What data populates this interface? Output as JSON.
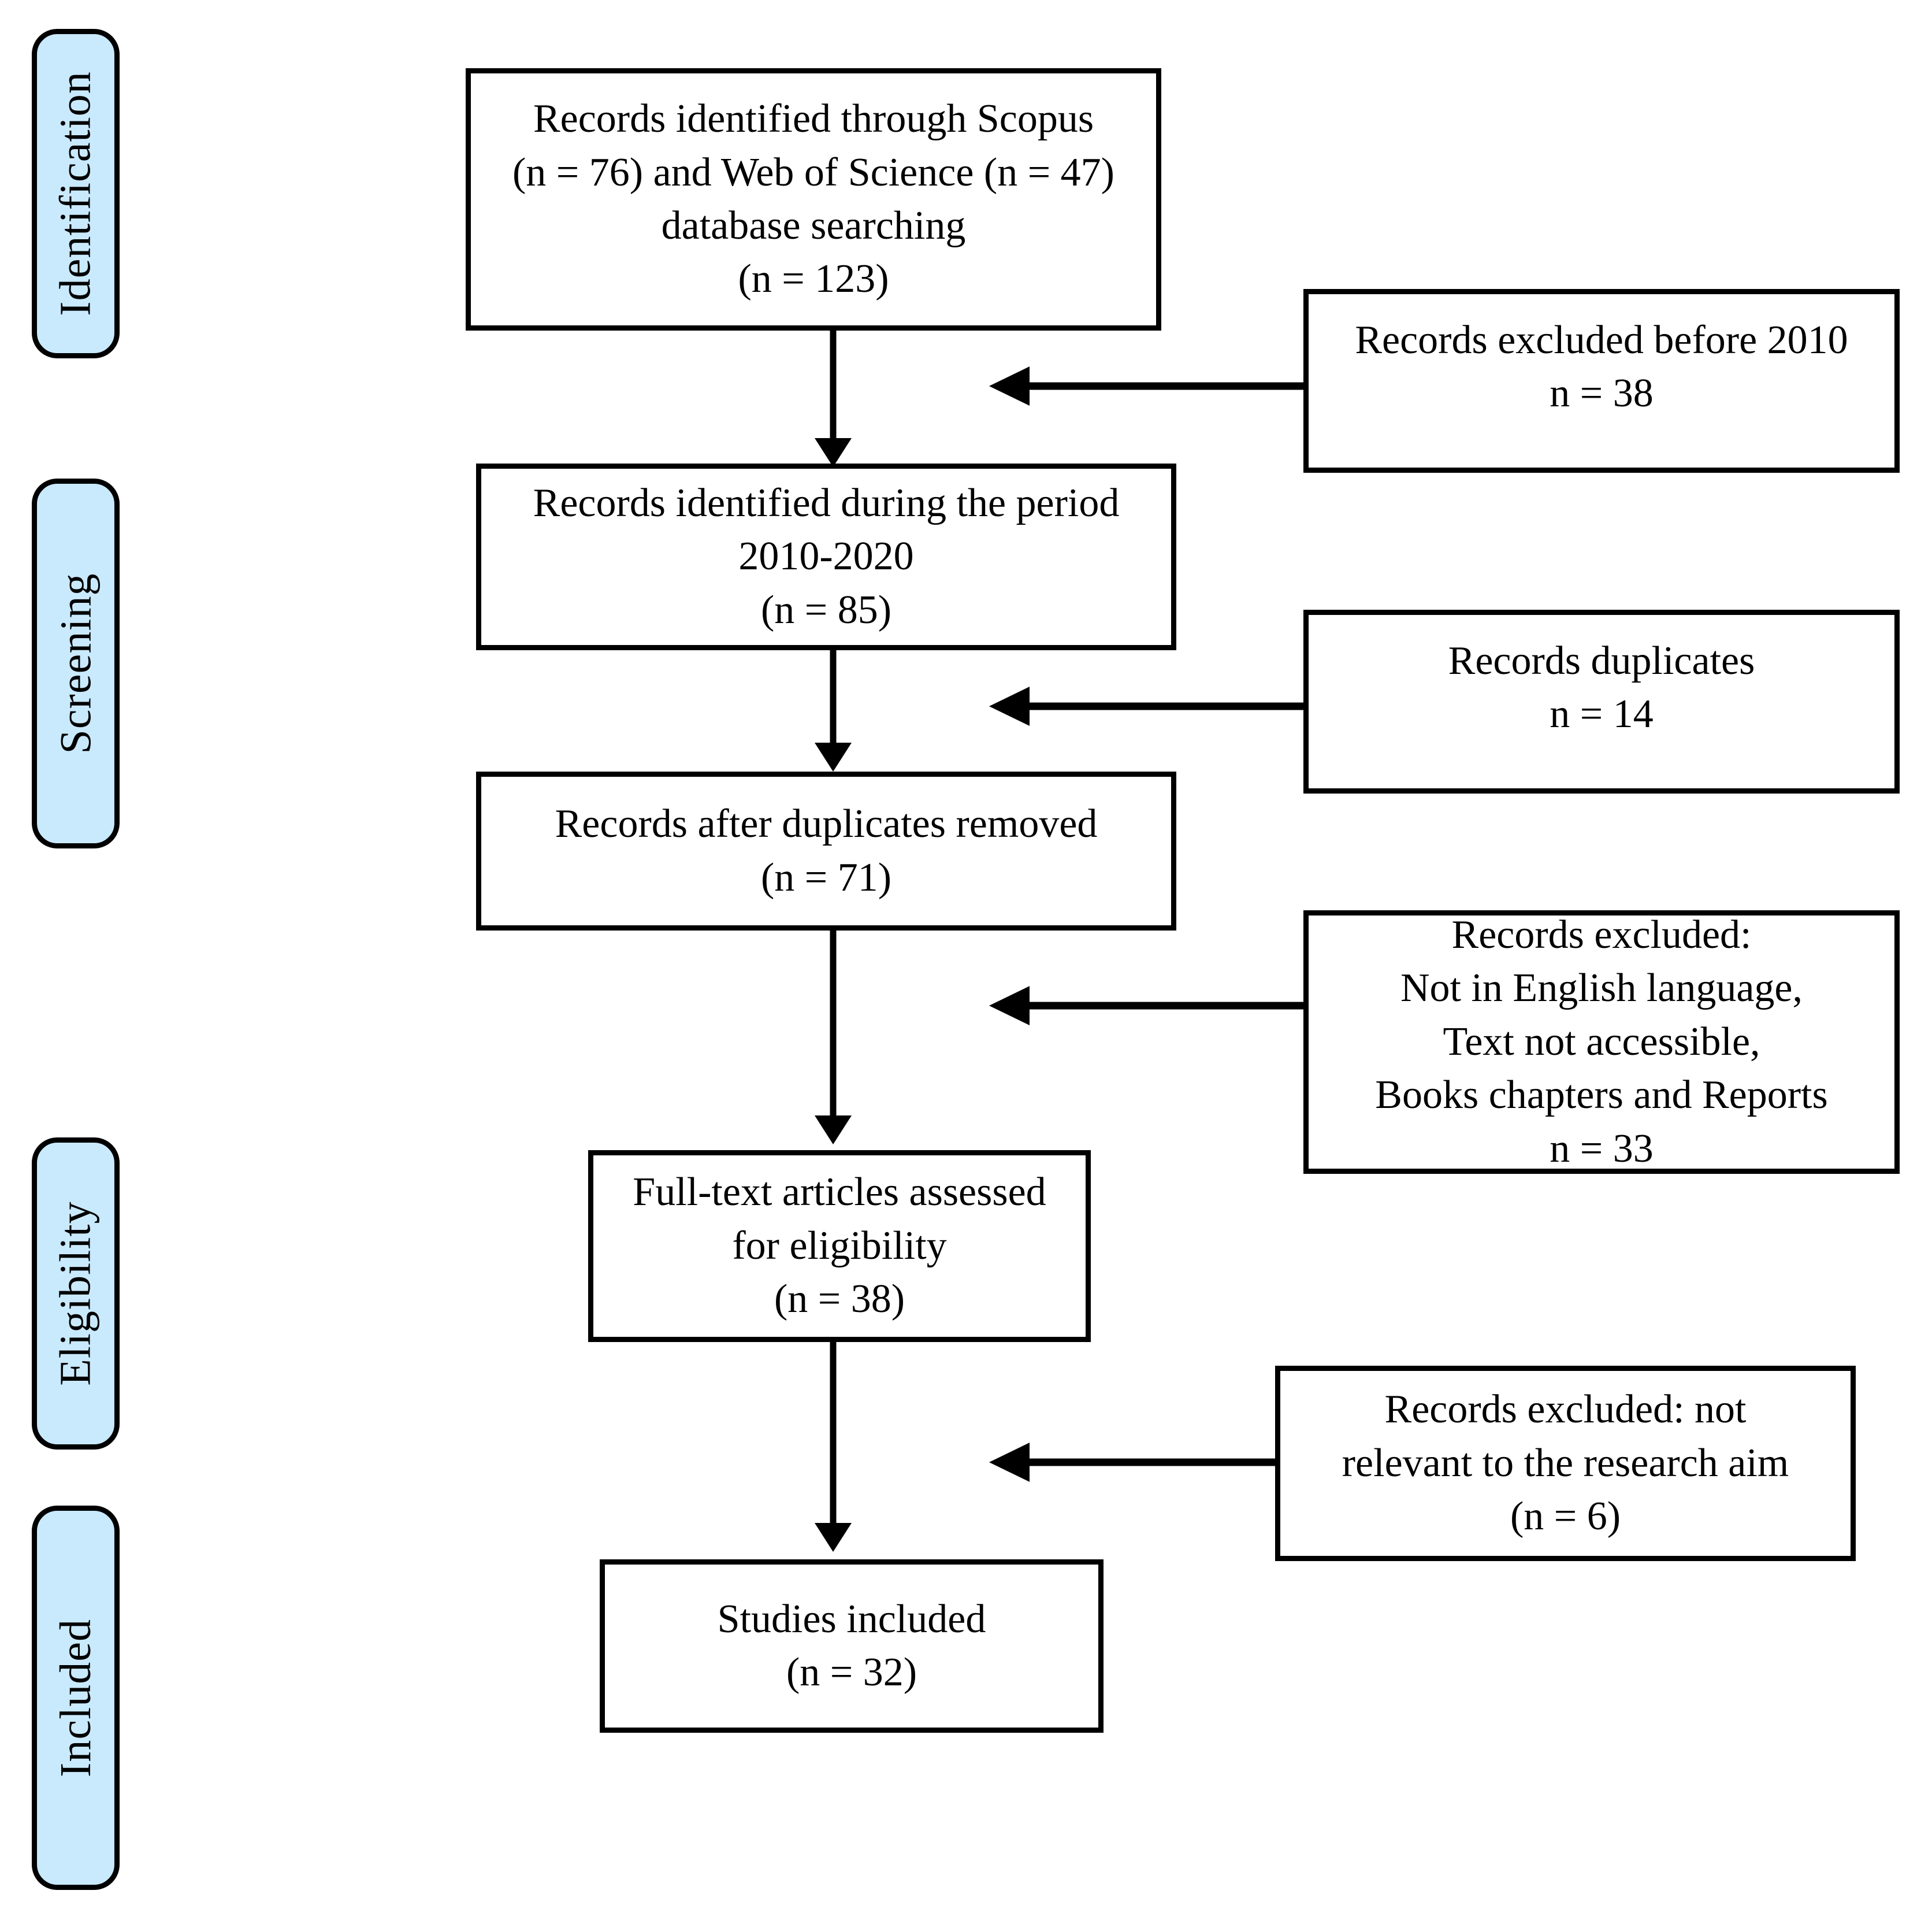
{
  "figure": {
    "type": "prisma-flow-diagram",
    "background_color": "#ffffff",
    "line_color": "#000000",
    "stage_fill_color": "#c9e9fd"
  },
  "stages": [
    {
      "id": "identification",
      "label": "Identification"
    },
    {
      "id": "screening",
      "label": "Screening"
    },
    {
      "id": "eligibility",
      "label": "Eligibility"
    },
    {
      "id": "included",
      "label": "Included"
    }
  ],
  "flow_boxes": {
    "identified_records": {
      "lines": [
        "Records identified through Scopus",
        "(n = 76) and Web of Science (n = 47)",
        "database searching",
        "(n = 123)"
      ]
    },
    "identified_period": {
      "lines": [
        "Records identified during the period",
        "2010-2020",
        "(n = 85)"
      ]
    },
    "after_duplicates": {
      "lines": [
        "Records after duplicates removed",
        "(n = 71)"
      ]
    },
    "full_text_assessed": {
      "lines": [
        "Full-text articles assessed",
        "for eligibility",
        "(n = 38)"
      ]
    },
    "studies_included": {
      "lines": [
        "Studies included",
        "(n = 32)"
      ]
    }
  },
  "exclusion_boxes": {
    "excluded_before_2010": {
      "lines": [
        "Records excluded before 2010",
        "n = 38"
      ]
    },
    "records_duplicates": {
      "lines": [
        "Records duplicates",
        "n = 14"
      ]
    },
    "excluded_criteria": {
      "lines": [
        "Records excluded:",
        "Not in English language,",
        "Text not accessible,",
        "Books chapters and Reports",
        "n = 33"
      ]
    },
    "excluded_not_relevant": {
      "lines": [
        "Records excluded: not",
        "relevant to the research aim",
        "(n = 6)"
      ]
    }
  },
  "chart_data": {
    "type": "diagram",
    "title": "PRISMA flow diagram",
    "nodes": [
      {
        "id": "identified_records",
        "stage": "Identification",
        "n": 123,
        "sub_counts": {
          "Scopus": 76,
          "Web of Science": 47
        }
      },
      {
        "id": "excluded_before_2010",
        "stage": "Identification",
        "n": 38,
        "kind": "excluded"
      },
      {
        "id": "identified_period",
        "stage": "Screening",
        "n": 85,
        "period": "2010-2020"
      },
      {
        "id": "records_duplicates",
        "stage": "Screening",
        "n": 14,
        "kind": "excluded"
      },
      {
        "id": "after_duplicates",
        "stage": "Screening",
        "n": 71
      },
      {
        "id": "excluded_criteria",
        "stage": "Screening",
        "n": 33,
        "kind": "excluded"
      },
      {
        "id": "full_text_assessed",
        "stage": "Eligibility",
        "n": 38
      },
      {
        "id": "excluded_not_relevant",
        "stage": "Eligibility",
        "n": 6,
        "kind": "excluded"
      },
      {
        "id": "studies_included",
        "stage": "Included",
        "n": 32
      }
    ],
    "edges": [
      {
        "from": "identified_records",
        "to": "identified_period",
        "direction": "down"
      },
      {
        "from": "excluded_before_2010",
        "to": "identified_records",
        "direction": "left"
      },
      {
        "from": "identified_period",
        "to": "after_duplicates",
        "direction": "down"
      },
      {
        "from": "records_duplicates",
        "to": "identified_period",
        "direction": "left"
      },
      {
        "from": "after_duplicates",
        "to": "full_text_assessed",
        "direction": "down"
      },
      {
        "from": "excluded_criteria",
        "to": "after_duplicates",
        "direction": "left"
      },
      {
        "from": "full_text_assessed",
        "to": "studies_included",
        "direction": "down"
      },
      {
        "from": "excluded_not_relevant",
        "to": "full_text_assessed",
        "direction": "left"
      }
    ]
  }
}
